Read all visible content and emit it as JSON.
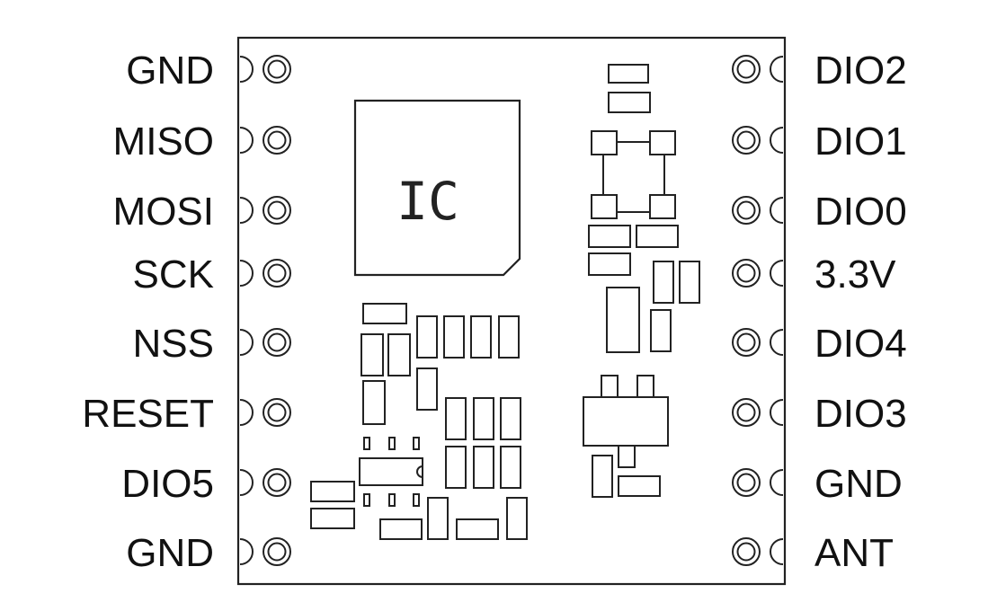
{
  "left_pins": [
    "GND",
    "MISO",
    "MOSI",
    "SCK",
    "NSS",
    "RESET",
    "DIO5",
    "GND"
  ],
  "right_pins": [
    "DIO2",
    "DIO1",
    "DIO0",
    "3.3V",
    "DIO4",
    "DIO3",
    "GND",
    "ANT"
  ],
  "chip_label": "IC"
}
